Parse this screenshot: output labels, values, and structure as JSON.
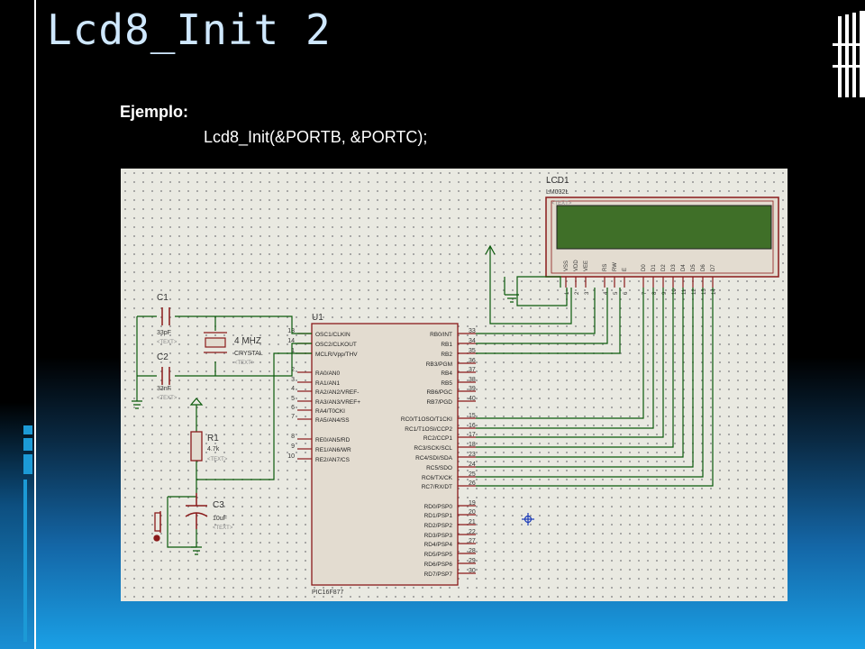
{
  "slide": {
    "title": "Lcd8_Init 2",
    "example_label": "Ejemplo:",
    "code_line": "Lcd8_Init(&PORTB, &PORTC);"
  },
  "schematic": {
    "lcd": {
      "ref": "LCD1",
      "model": "LM032L",
      "text": "<TEXT>",
      "pin_names": [
        "VSS",
        "VDD",
        "VEE",
        "RS",
        "RW",
        "E",
        "D0",
        "D1",
        "D2",
        "D3",
        "D4",
        "D5",
        "D6",
        "D7"
      ],
      "pin_numbers": [
        "1",
        "2",
        "3",
        "4",
        "5",
        "6",
        "7",
        "8",
        "9",
        "10",
        "11",
        "12",
        "13",
        "14"
      ]
    },
    "mcu": {
      "ref": "U1",
      "model": "PIC16F877",
      "text": "<TEXT>",
      "left_pins": [
        {
          "num": "13",
          "name": "OSC1/CLKIN"
        },
        {
          "num": "14",
          "name": "OSC2/CLKOUT"
        },
        {
          "num": "1",
          "name": "MCLR/Vpp/THV"
        },
        {
          "num": "2",
          "name": "RA0/AN0"
        },
        {
          "num": "3",
          "name": "RA1/AN1"
        },
        {
          "num": "4",
          "name": "RA2/AN2/VREF-"
        },
        {
          "num": "5",
          "name": "RA3/AN3/VREF+"
        },
        {
          "num": "6",
          "name": "RA4/T0CKI"
        },
        {
          "num": "7",
          "name": "RA5/AN4/SS"
        },
        {
          "num": "8",
          "name": "RE0/AN5/RD"
        },
        {
          "num": "9",
          "name": "RE1/AN6/WR"
        },
        {
          "num": "10",
          "name": "RE2/AN7/CS"
        }
      ],
      "right_pins": [
        {
          "num": "33",
          "name": "RB0/INT"
        },
        {
          "num": "34",
          "name": "RB1"
        },
        {
          "num": "35",
          "name": "RB2"
        },
        {
          "num": "36",
          "name": "RB3/PGM"
        },
        {
          "num": "37",
          "name": "RB4"
        },
        {
          "num": "38",
          "name": "RB5"
        },
        {
          "num": "39",
          "name": "RB6/PGC"
        },
        {
          "num": "40",
          "name": "RB7/PGD"
        },
        {
          "num": "15",
          "name": "RC0/T1OSO/T1CKI"
        },
        {
          "num": "16",
          "name": "RC1/T1OSI/CCP2"
        },
        {
          "num": "17",
          "name": "RC2/CCP1"
        },
        {
          "num": "18",
          "name": "RC3/SCK/SCL"
        },
        {
          "num": "23",
          "name": "RC4/SDI/SDA"
        },
        {
          "num": "24",
          "name": "RC5/SDO"
        },
        {
          "num": "25",
          "name": "RC6/TX/CK"
        },
        {
          "num": "26",
          "name": "RC7/RX/DT"
        },
        {
          "num": "19",
          "name": "RD0/PSP0"
        },
        {
          "num": "20",
          "name": "RD1/PSP1"
        },
        {
          "num": "21",
          "name": "RD2/PSP2"
        },
        {
          "num": "22",
          "name": "RD3/PSP3"
        },
        {
          "num": "27",
          "name": "RD4/PSP4"
        },
        {
          "num": "28",
          "name": "RD5/PSP5"
        },
        {
          "num": "29",
          "name": "RD6/PSP6"
        },
        {
          "num": "30",
          "name": "RD7/PSP7"
        }
      ]
    },
    "c1": {
      "ref": "C1",
      "value": "33pF",
      "text": "<TEXT>"
    },
    "c2": {
      "ref": "C2",
      "value": "33nF",
      "text": "<TEXT>"
    },
    "c3": {
      "ref": "C3",
      "value": "10uF",
      "text": "<TEXT>"
    },
    "r1": {
      "ref": "R1",
      "value": "4.7k",
      "text": "<TEXT>"
    },
    "crystal": {
      "freq": "4 MHZ",
      "type": "CRYSTAL",
      "text": "<TEXT>"
    }
  },
  "colors": {
    "title": "#cfe8ff",
    "accent": "#1c9ad6",
    "wire": "#0a5a0a",
    "component": "#8a1a1a",
    "lcd_screen": "#3f6f28"
  }
}
